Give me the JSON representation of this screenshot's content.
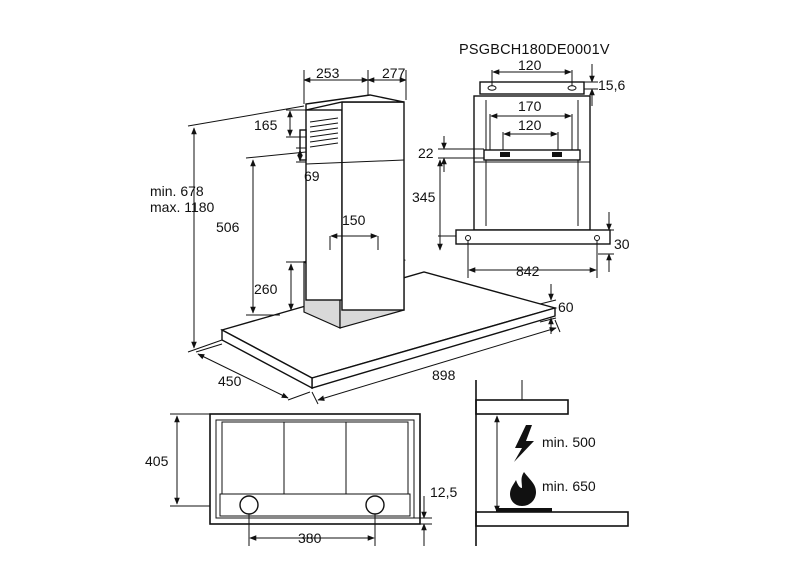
{
  "model_code": "PSGBCH180DE0001V",
  "main_view": {
    "width_label": "898",
    "depth_label": "450",
    "chimney_width_label": "253",
    "chimney_depth_label": "277",
    "chimney_vent_label": "165",
    "chimney_offset_label": "69",
    "height_min_label": "min. 678",
    "height_max_label": "max. 1180",
    "upper_height_label": "506",
    "motor_height_label": "260",
    "outlet_diameter_label": "150",
    "canopy_thickness_label": "60"
  },
  "bracket_view": {
    "top_holes_label": "120",
    "top_offset_label": "15,6",
    "outer_span_label": "170",
    "inner_span_label": "120",
    "bracket_offset_label": "22",
    "bracket_height_label": "345",
    "bottom_span_label": "842",
    "bottom_offset_label": "30"
  },
  "bottom_view": {
    "depth_label": "405",
    "holes_span_label": "380",
    "edge_offset_label": "12,5"
  },
  "clearance_view": {
    "electric_label": "min. 500",
    "gas_label": "min. 650",
    "electric_icon": "lightning-bolt",
    "gas_icon": "flame"
  }
}
